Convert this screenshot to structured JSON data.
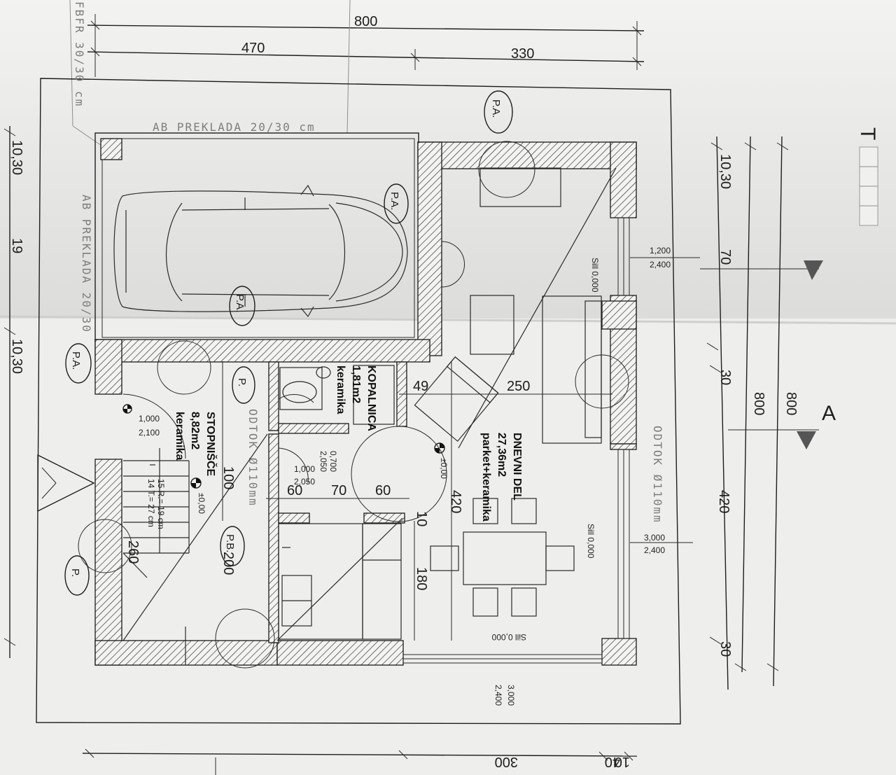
{
  "dimensions": {
    "top_total": "800",
    "top_left": "470",
    "top_right": "330",
    "right_total_a": "800",
    "right_total_b": "800",
    "right_seg_1": "10,30",
    "right_seg_2": "70",
    "right_seg_3": "30",
    "right_seg_4": "420",
    "right_seg_5": "30",
    "left_seg_1": "10,30",
    "left_seg_2": "19",
    "left_seg_3": "10,30",
    "bottom_1": "300",
    "bottom_2": "40",
    "bottom_3": "10",
    "inner_250": "250",
    "inner_49": "49",
    "inner_100": "100",
    "inner_60a": "60",
    "inner_70": "70",
    "inner_60b": "60",
    "inner_420": "420",
    "inner_10": "10",
    "inner_180": "180",
    "inner_200": "200",
    "inner_260": "260"
  },
  "annotations": {
    "ab_preklada_top": "AB PREKLADA 20/30 cm",
    "ab_preklada_side": "AB PREKLADA 20/30",
    "column": "FBFR 30/30 cm",
    "odtok_right": "ODTOK Ø110mm",
    "odtok_left": "ODTOK Ø110mm",
    "pa": "P.A.",
    "pb": "P.B.",
    "p": "P.",
    "window_1a": "1,200",
    "window_1b": "2,400",
    "window_2a": "3,000",
    "window_2b": "2,400",
    "window_3a": "3,000",
    "window_3b": "2,400",
    "sill": "Sill 0,000",
    "door_1a": "1,000",
    "door_1b": "2,100",
    "door_2a": "1,000",
    "door_2b": "2,050",
    "door_3a": "0,700",
    "door_3b": "2,050",
    "level": "±0,00",
    "stair_a": "15 R.= 19 cm",
    "stair_b": "14 T.= 27 cm",
    "section": "A",
    "corner_letter": "T"
  },
  "rooms": {
    "living_name": "DNEVNI DEL",
    "living_area": "27,36m2",
    "living_floor": "parket+keramika",
    "bath_name": "KOPALNICA",
    "bath_area": "1,81m2",
    "bath_floor": "keramika",
    "stair_name": "STOPNIŠČE",
    "stair_area": "8,82m2",
    "stair_floor": "keramika"
  },
  "colors": {
    "paper": "#e9e9e7",
    "ink": "#1d1d1d",
    "section_marker": "#555555"
  }
}
